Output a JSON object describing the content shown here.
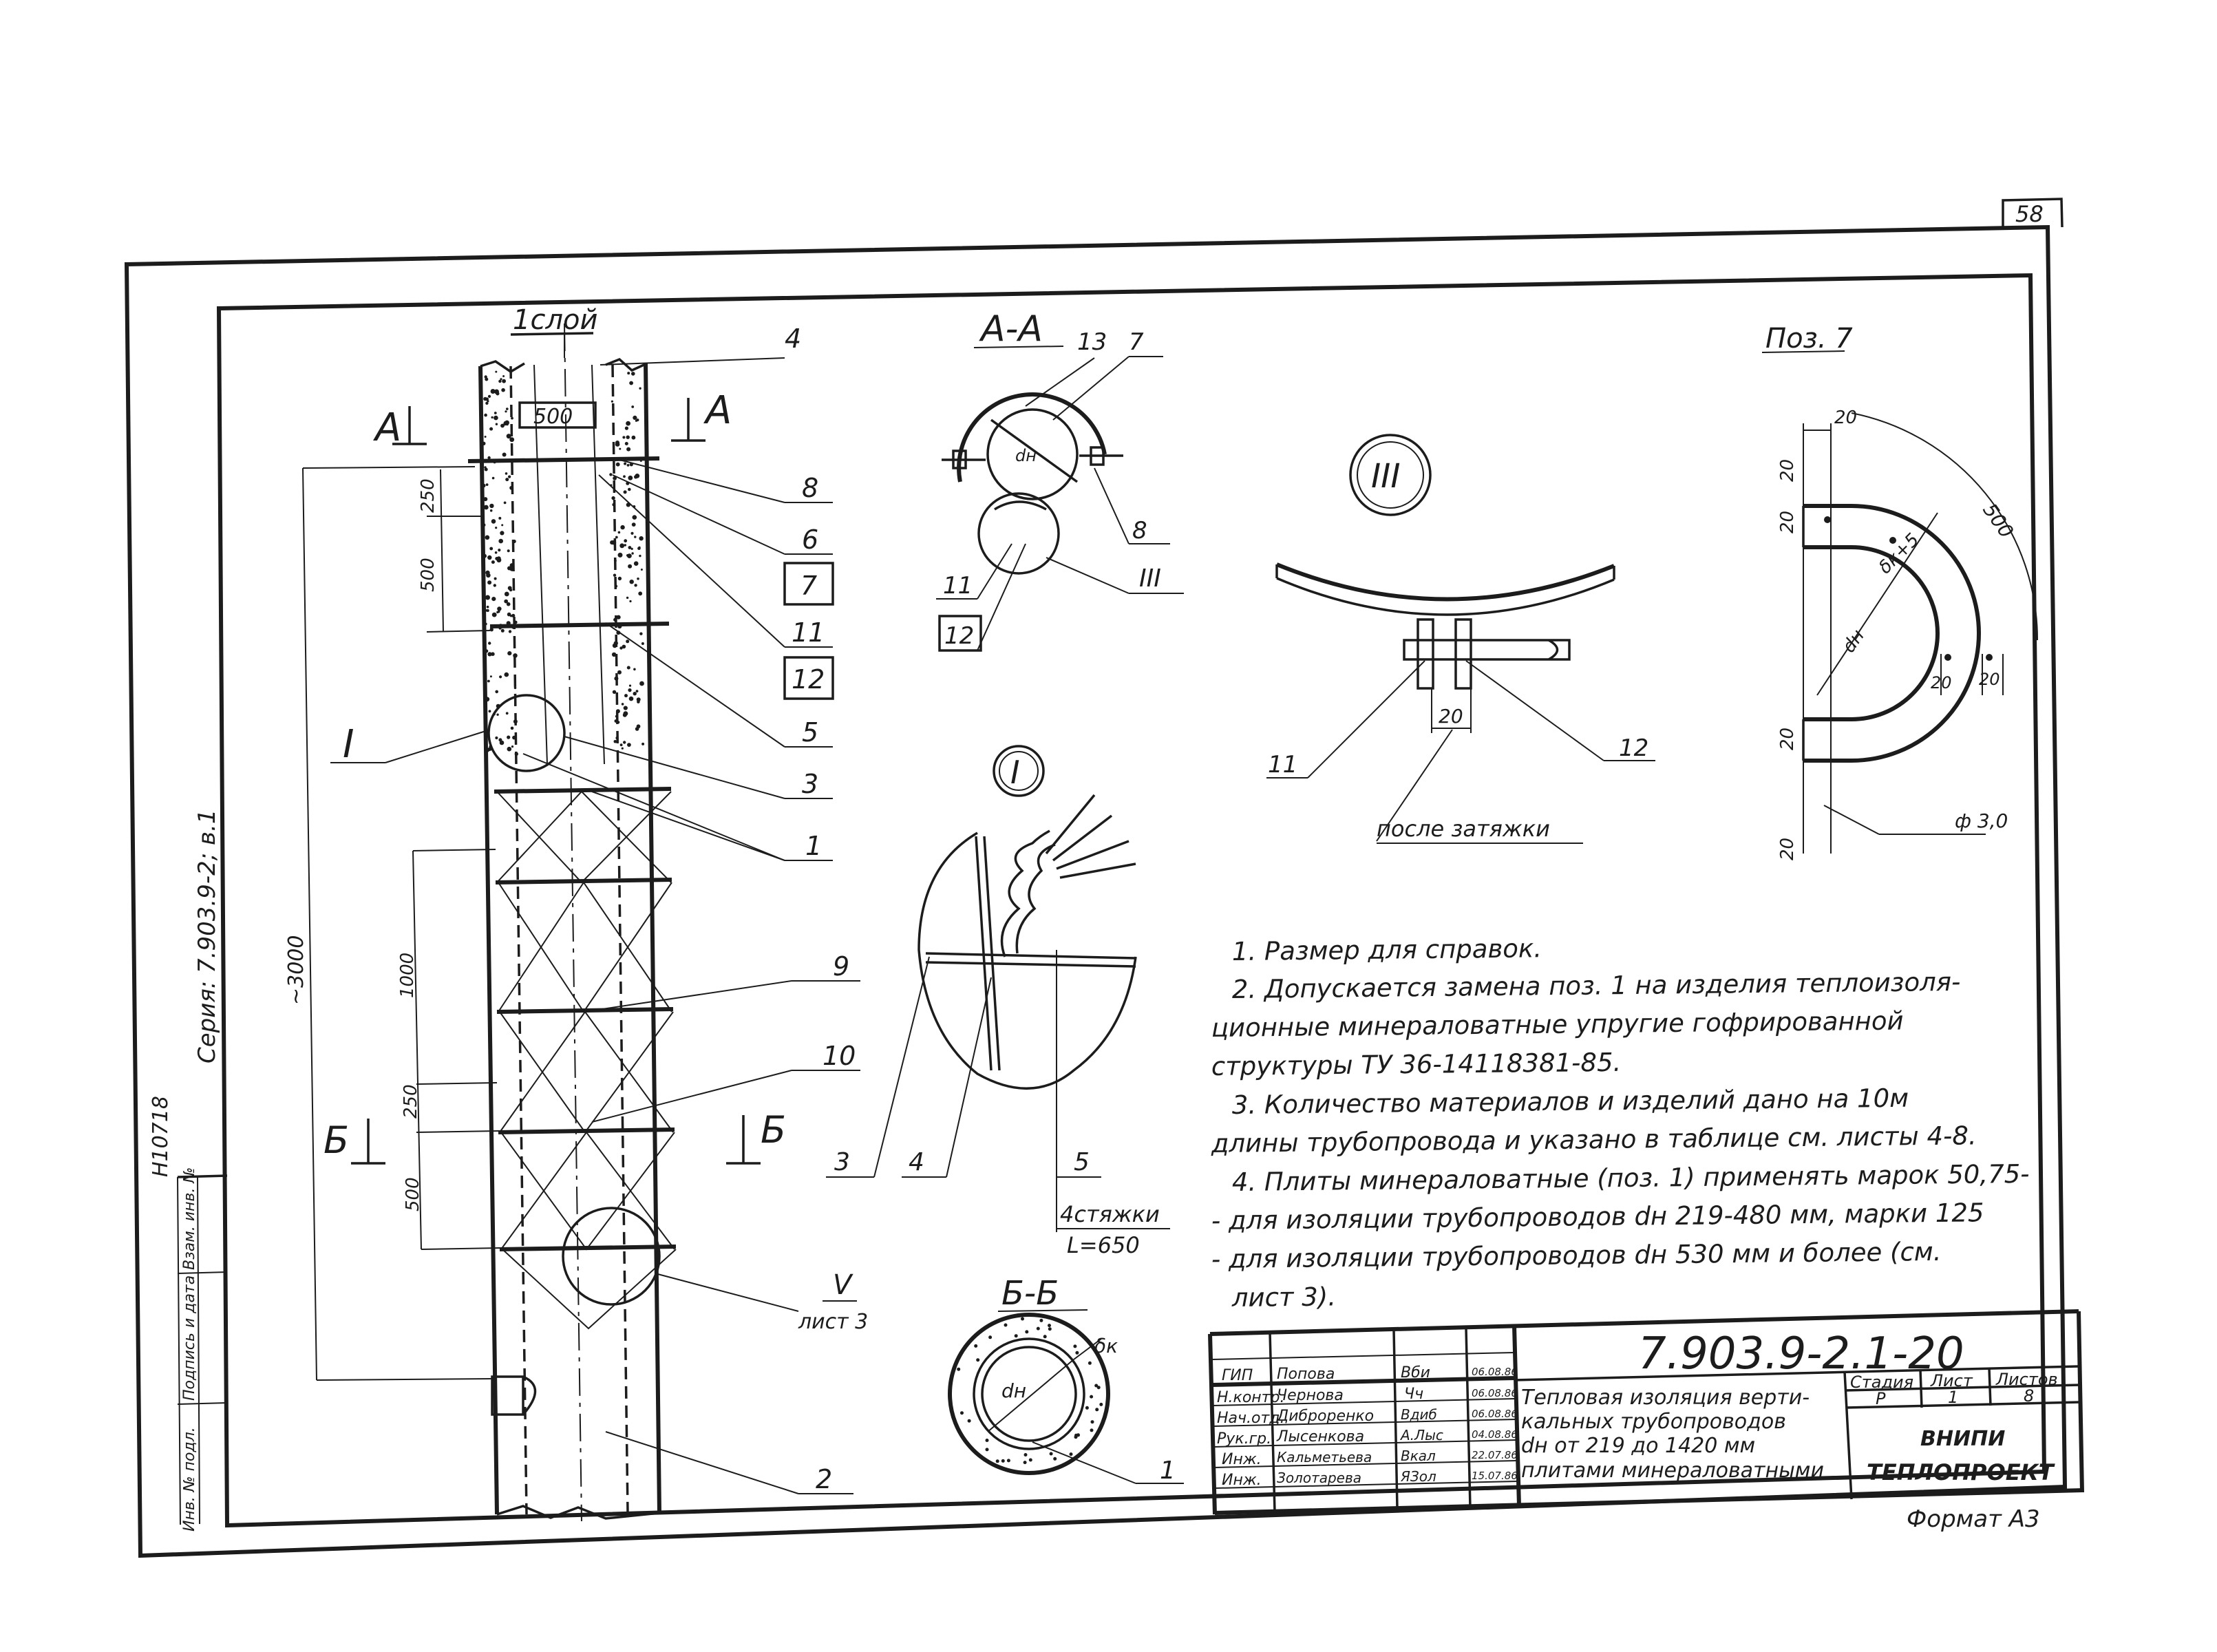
{
  "page_number": "58",
  "side_stamp": {
    "series": "Серия: 7.903.9-2; в.1",
    "archive_no": "Н10718",
    "column_labels": [
      "Инв. № подл.",
      "Подпись и дата",
      "Взам. инв. №"
    ]
  },
  "main_view": {
    "layer_label": "1слой",
    "section_a_letter": "А",
    "section_b_letter": "Б",
    "dim_500_top": "500",
    "dim_250_top": "250",
    "dim_500_second": "500",
    "dim_total": "~3000",
    "dim_1000": "1000",
    "dim_250_lower": "250",
    "dim_500_lower": "500",
    "callout_I": "I",
    "callout_V": "V",
    "callout_V_sheet": "лист 3",
    "callouts": [
      "4",
      "8",
      "6",
      "7",
      "11",
      "12",
      "5",
      "3",
      "1",
      "9",
      "10",
      "2"
    ]
  },
  "section_aa": {
    "title": "А-А",
    "dn_label": "dн",
    "callouts": [
      "13",
      "7",
      "8",
      "III",
      "11",
      "12"
    ]
  },
  "detail_III": {
    "title": "III",
    "dim_20": "20",
    "after_tightening": "после затяжки",
    "callouts": [
      "11",
      "12"
    ]
  },
  "pos7": {
    "title": "Поз. 7",
    "dims": [
      "20",
      "20",
      "20",
      "20",
      "20",
      "20",
      "20",
      "500",
      "δк+5",
      "dн",
      "ф 3,0"
    ]
  },
  "detail_I": {
    "title": "I",
    "callouts": [
      "3",
      "4",
      "5"
    ],
    "ties_label": "4стяжки",
    "ties_length": "L=650"
  },
  "section_bb": {
    "title": "Б-Б",
    "dn_label": "dн",
    "thickness_label": "δк",
    "callouts": [
      "1"
    ]
  },
  "notes": [
    "1. Размер для справок.",
    "2. Допускается замена поз. 1 на изделия теплоизоля-",
    "ционные минераловатные упругие гофрированной",
    "структуры ТУ 36-14118381-85.",
    "3. Количество материалов и изделий дано на 10м",
    "длины трубопровода и указано в таблице см. листы 4-8.",
    "4. Плиты минераловатные (поз. 1) применять марок 50,75-",
    "- для изоляции трубопроводов dн 219-480 мм, марки 125",
    "- для изоляции трубопроводов dн 530 мм и более (см.",
    "лист 3)."
  ],
  "title_block": {
    "designation": "7.903.9-2.1-20",
    "title_lines": [
      "Тепловая изоляция верти-",
      "кальных трубопроводов",
      "dн от 219 до 1420 мм",
      "плитами минераловатными"
    ],
    "stage_header": "Стадия",
    "sheet_header": "Лист",
    "sheets_header": "Листов",
    "stage": "Р",
    "sheet": "1",
    "sheets": "8",
    "org_line1": "ВНИПИ",
    "org_line2": "ТЕПЛОПРОЕКТ",
    "people": [
      {
        "role": "ГИП",
        "name": "Попова",
        "signature": "Вби",
        "date": "06.08.86"
      },
      {
        "role": "Н.контр.",
        "name": "Чернова",
        "signature": "Чч",
        "date": "06.08.86"
      },
      {
        "role": "Нач.отд.",
        "name": "Диброренко",
        "signature": "Вдиб",
        "date": "06.08.86"
      },
      {
        "role": "Рук.гр.",
        "name": "Лысенкова",
        "signature": "А.Лыс",
        "date": "04.08.86"
      },
      {
        "role": "Инж.",
        "name": "Кальметьева",
        "signature": "Вкал",
        "date": "22.07.86"
      },
      {
        "role": "Инж.",
        "name": "Золотарева",
        "signature": "ЯЗол",
        "date": "15.07.86"
      }
    ]
  },
  "format": "Формат А3"
}
